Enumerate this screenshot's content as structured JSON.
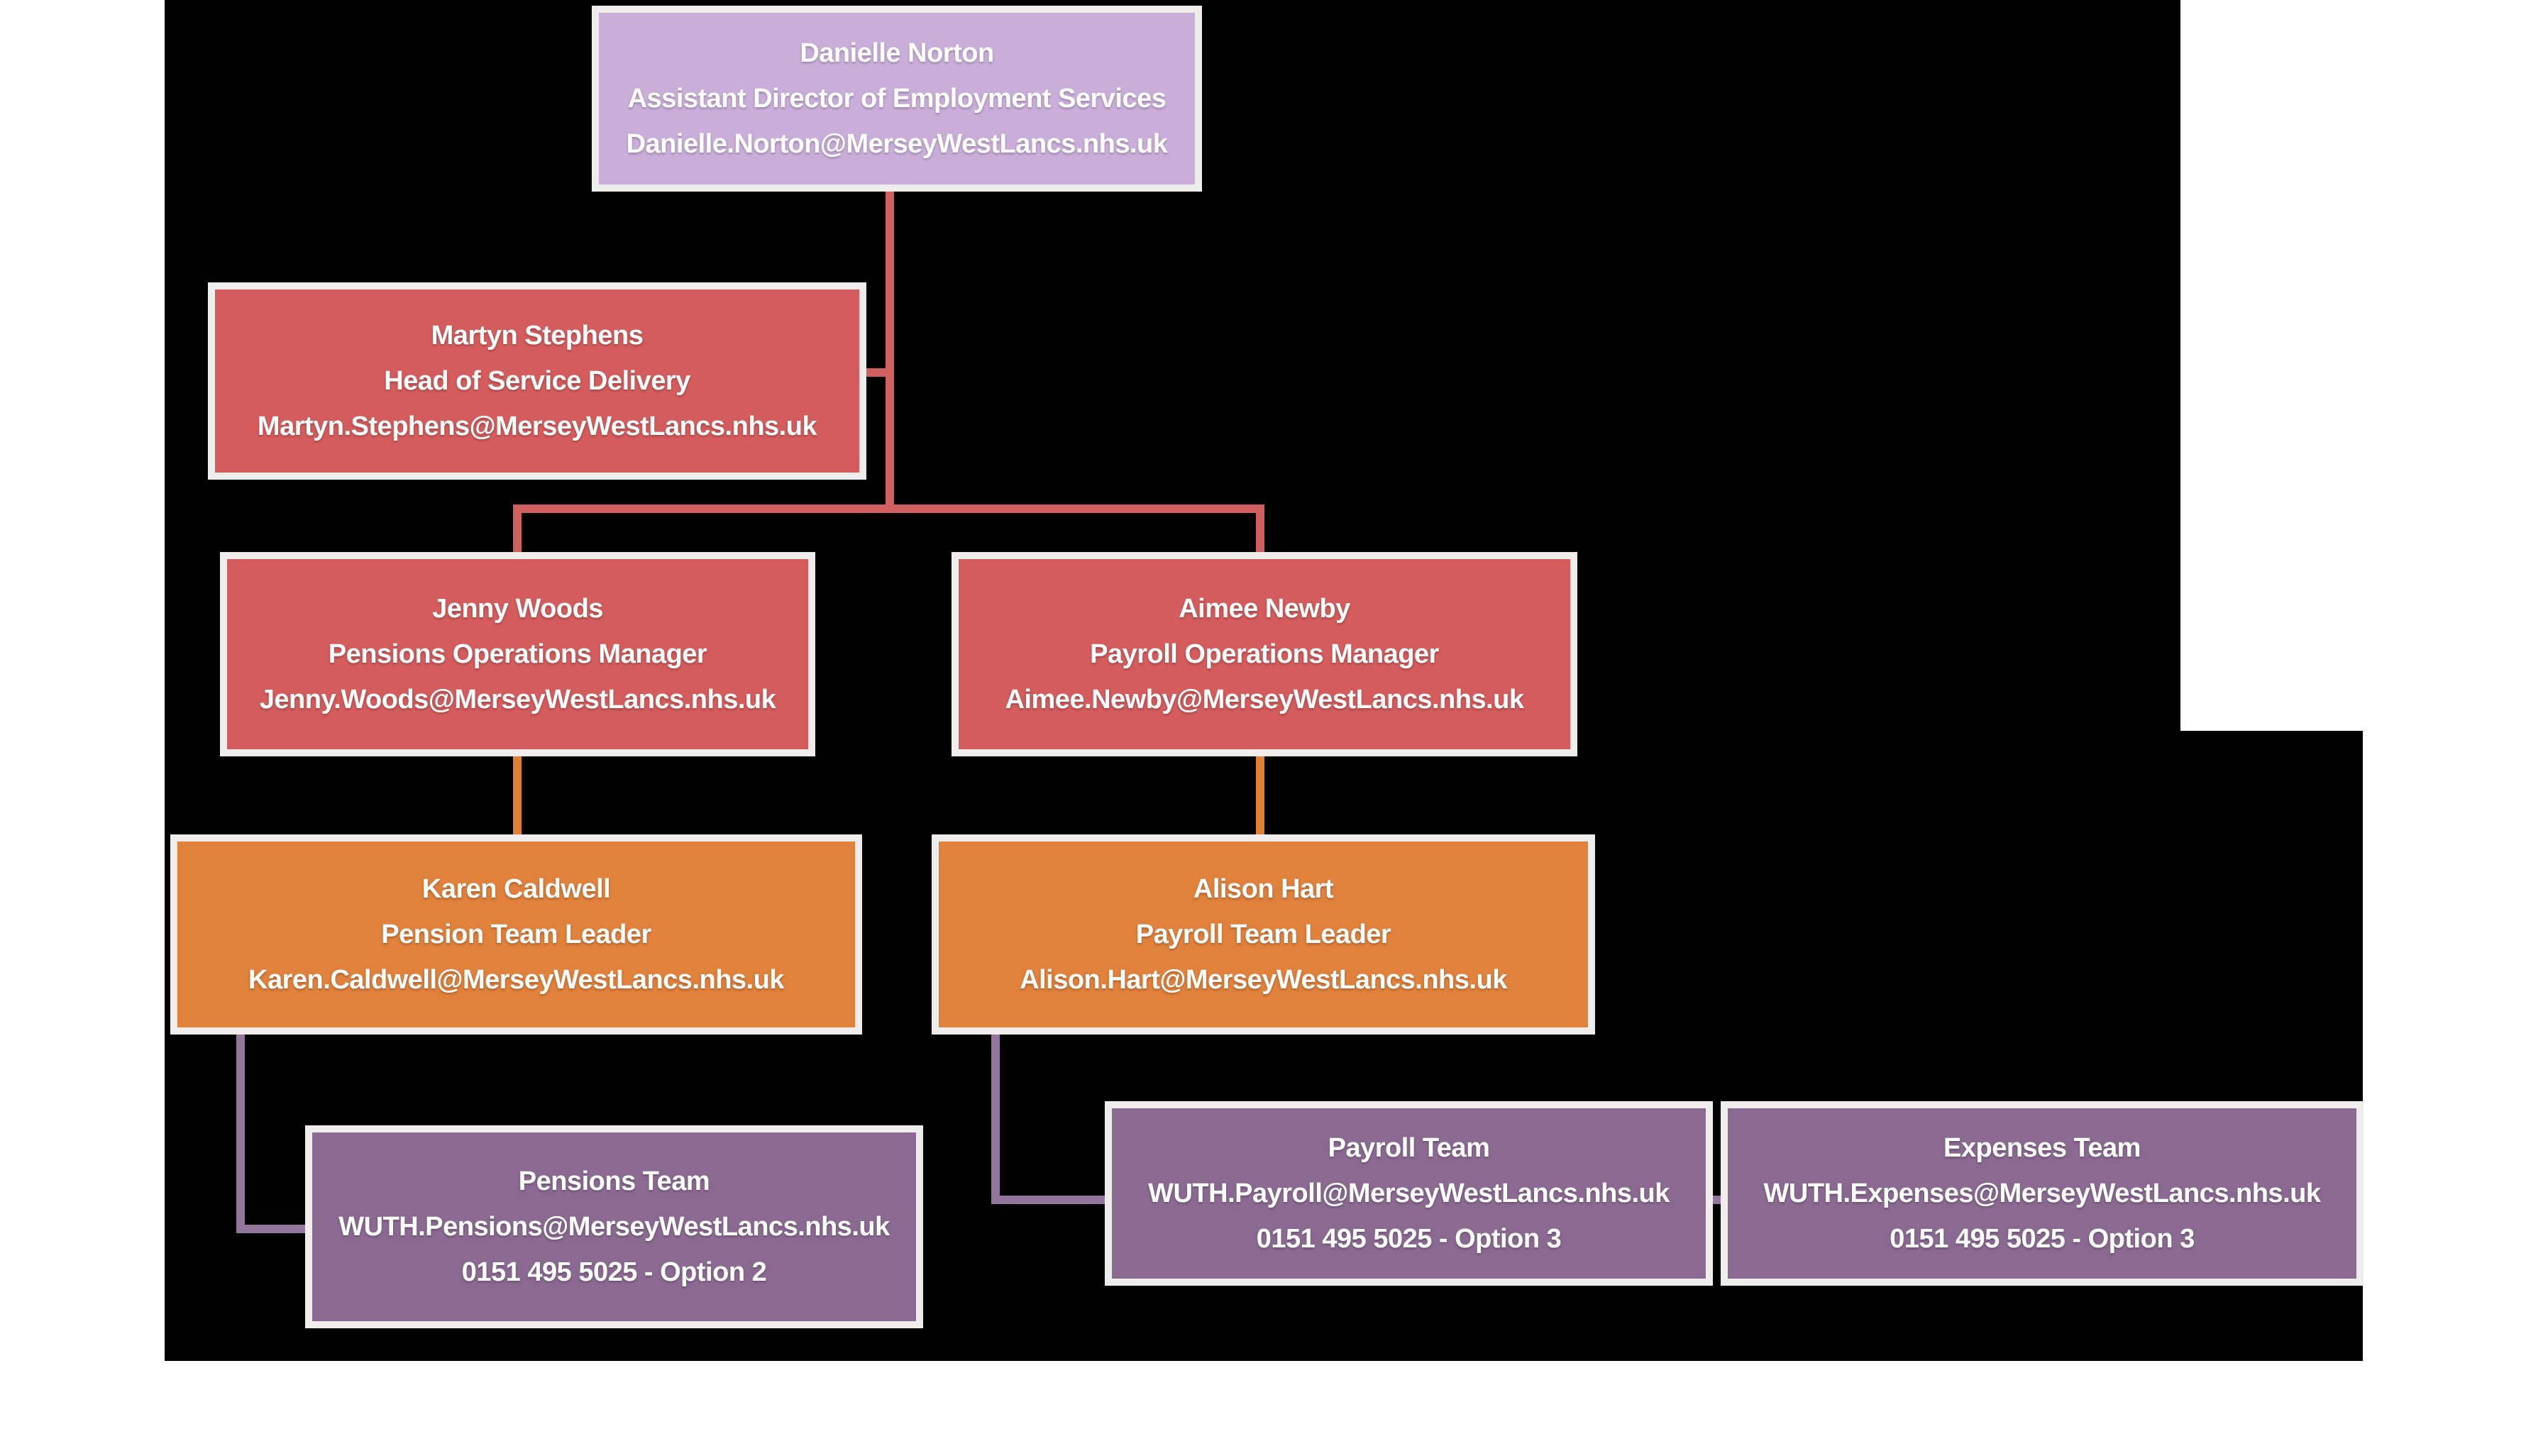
{
  "page": {
    "background": "#ffffff",
    "slide_background": "#000000"
  },
  "palette": {
    "director_box": "#c9aed9",
    "manager_box": "#d45c5c",
    "team_leader_box": "#e0813c",
    "team_box": "#8b6a92",
    "line_red": "#d15f5f",
    "line_orange": "#e07f33",
    "line_purple": "#94769c",
    "box_border": "#efecec",
    "text": "#ffffff"
  },
  "nodes": {
    "danielle": {
      "name": "Danielle Norton",
      "title": "Assistant Director of Employment Services",
      "email": "Danielle.Norton@MerseyWestLancs.nhs.uk"
    },
    "martyn": {
      "name": "Martyn Stephens",
      "title": "Head of Service Delivery",
      "email": "Martyn.Stephens@MerseyWestLancs.nhs.uk"
    },
    "jenny": {
      "name": "Jenny Woods",
      "title": "Pensions Operations Manager",
      "email": "Jenny.Woods@MerseyWestLancs.nhs.uk"
    },
    "aimee": {
      "name": "Aimee Newby",
      "title": "Payroll Operations Manager",
      "email": "Aimee.Newby@MerseyWestLancs.nhs.uk"
    },
    "karen": {
      "name": "Karen Caldwell",
      "title": "Pension Team Leader",
      "email": "Karen.Caldwell@MerseyWestLancs.nhs.uk"
    },
    "alison": {
      "name": "Alison Hart",
      "title": "Payroll Team Leader",
      "email": "Alison.Hart@MerseyWestLancs.nhs.uk"
    },
    "pensions_team": {
      "name": "Pensions Team",
      "email": "WUTH.Pensions@MerseyWestLancs.nhs.uk",
      "phone": "0151 495 5025 - Option 2"
    },
    "payroll_team": {
      "name": "Payroll Team",
      "email": "WUTH.Payroll@MerseyWestLancs.nhs.uk",
      "phone": "0151 495 5025 - Option 3"
    },
    "expenses_team": {
      "name": "Expenses Team",
      "email": "WUTH.Expenses@MerseyWestLancs.nhs.uk",
      "phone": "0151 495 5025 - Option 3"
    }
  }
}
